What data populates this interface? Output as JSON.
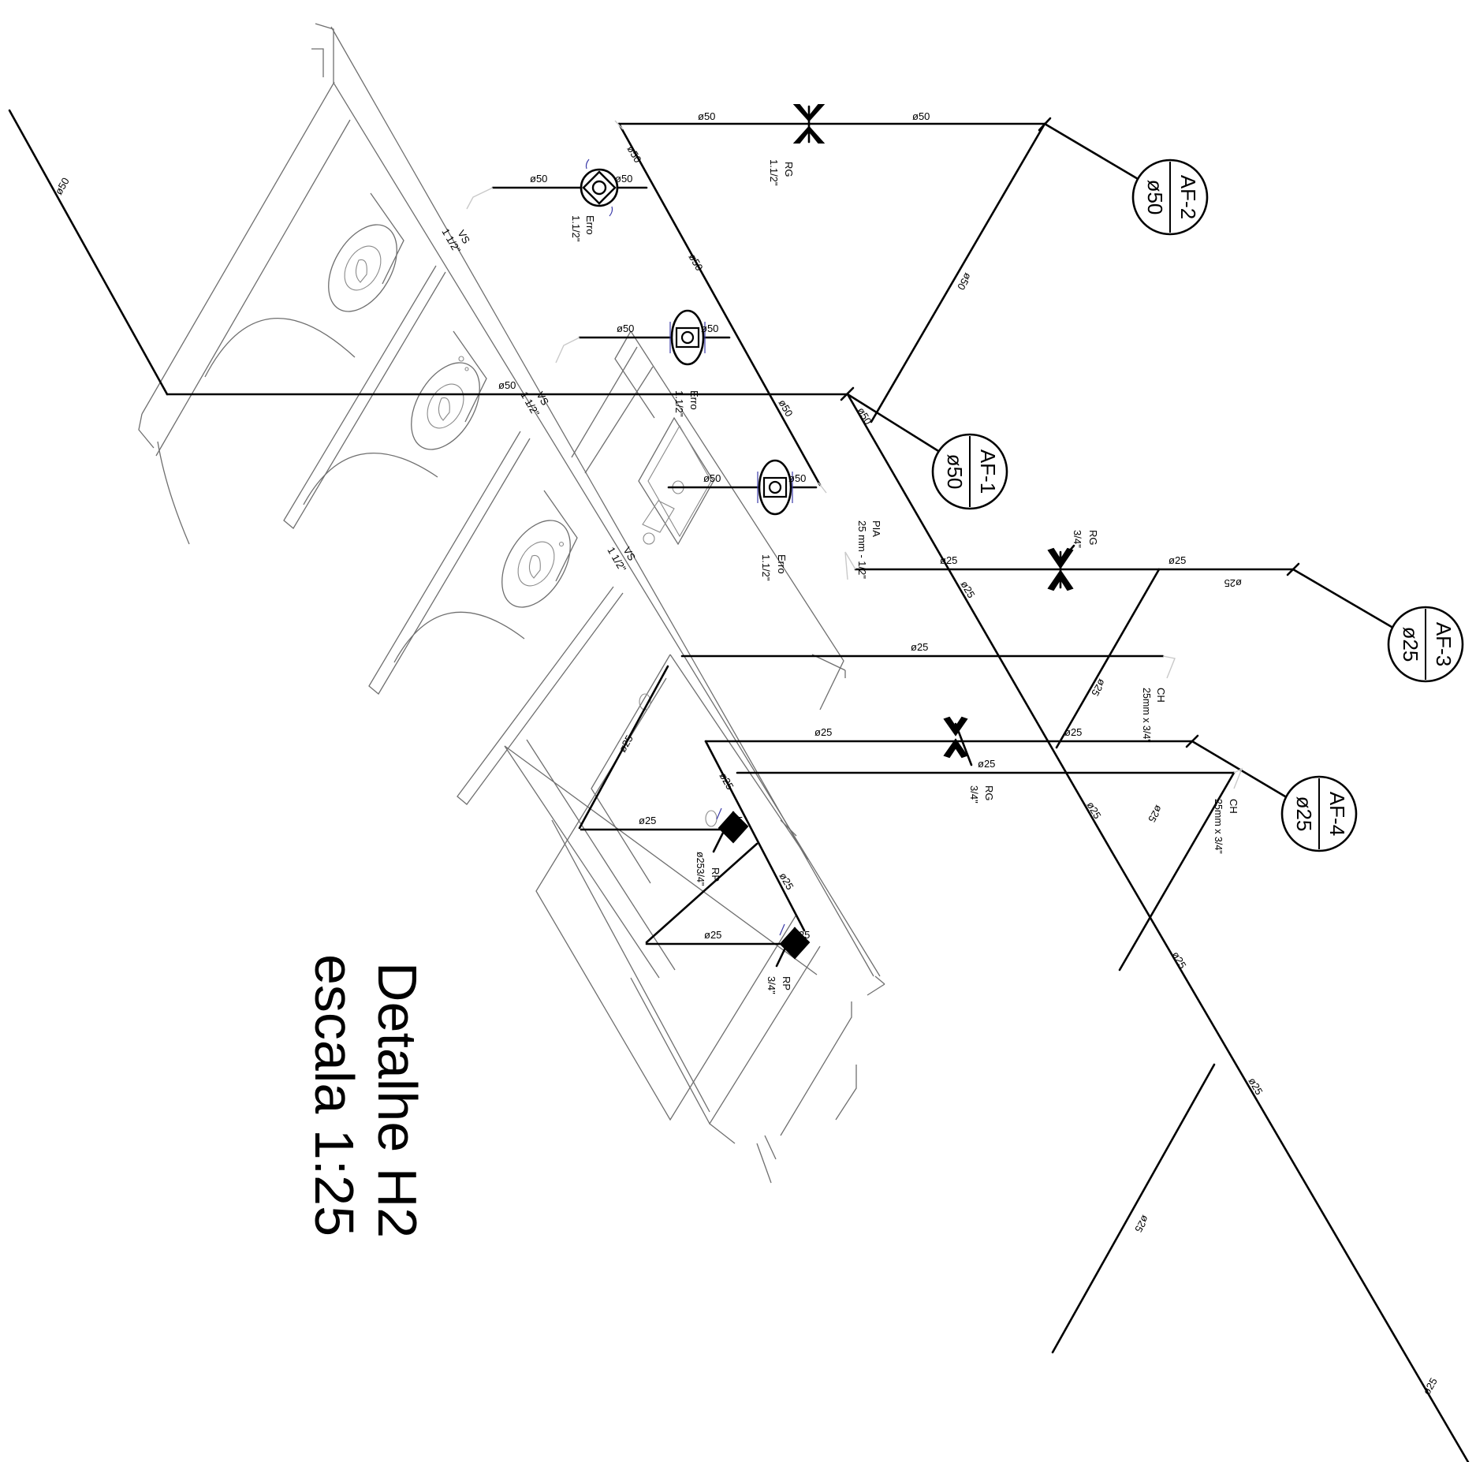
{
  "title": {
    "line1": "Detalhe H2",
    "line2": "escala 1:25"
  },
  "tags": [
    {
      "code": "AF-1",
      "diameter": "ø50"
    },
    {
      "code": "AF-2",
      "diameter": "ø50"
    },
    {
      "code": "AF-3",
      "diameter": "ø25"
    },
    {
      "code": "AF-4",
      "diameter": "ø25"
    }
  ],
  "labels": {
    "d50": "ø50",
    "d25": "ø25",
    "rg": "RG",
    "rp": "RP",
    "vs": "VS",
    "ch": "CH",
    "pia": "PIA",
    "erro": "Erro",
    "size_1_1_2_dot": "1.1/2\"",
    "size_1_1_2_space": "1 1/2\"",
    "size_3_4": "3/4\"",
    "size_pia": "25 mm - 1/2\"",
    "size_ch": "25mm x 3/4\"",
    "overlap_25_34": "ø253/4\""
  }
}
